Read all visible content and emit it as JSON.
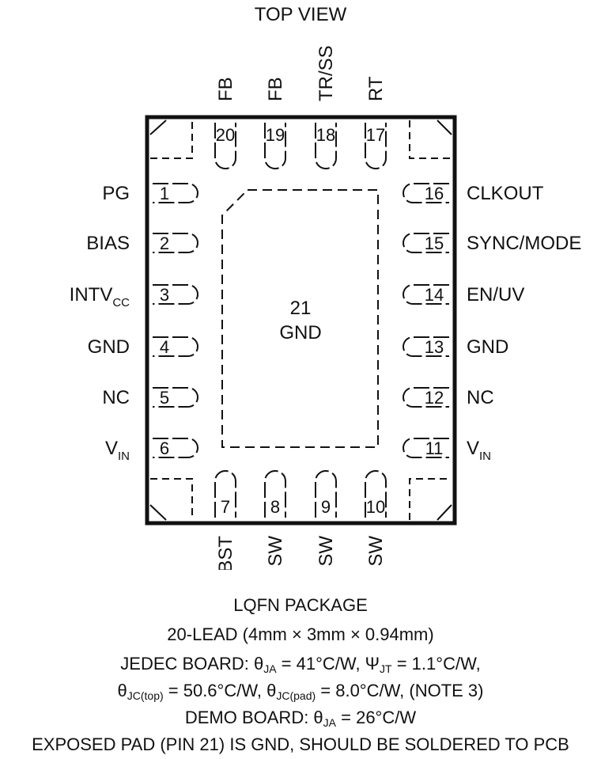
{
  "view_label": "TOP VIEW",
  "exposed_pad": {
    "number": "21",
    "name": "GND"
  },
  "pins": {
    "left": [
      {
        "num": "1",
        "name": "PG"
      },
      {
        "num": "2",
        "name": "BIAS"
      },
      {
        "num": "3",
        "name": "INTV",
        "sub": "CC"
      },
      {
        "num": "4",
        "name": "GND"
      },
      {
        "num": "5",
        "name": "NC"
      },
      {
        "num": "6",
        "name": "V",
        "sub": "IN"
      }
    ],
    "right": [
      {
        "num": "16",
        "name": "CLKOUT"
      },
      {
        "num": "15",
        "name": "SYNC/MODE"
      },
      {
        "num": "14",
        "name": "EN/UV"
      },
      {
        "num": "13",
        "name": "GND"
      },
      {
        "num": "12",
        "name": "NC"
      },
      {
        "num": "11",
        "name": "V",
        "sub": "IN"
      }
    ],
    "top": [
      {
        "num": "20",
        "name": "FB"
      },
      {
        "num": "19",
        "name": "FB"
      },
      {
        "num": "18",
        "name": "TR/SS"
      },
      {
        "num": "17",
        "name": "RT"
      }
    ],
    "bottom": [
      {
        "num": "7",
        "name": "BST"
      },
      {
        "num": "8",
        "name": "SW"
      },
      {
        "num": "9",
        "name": "SW"
      },
      {
        "num": "10",
        "name": "SW"
      }
    ]
  },
  "caption": {
    "package": "LQFN PACKAGE",
    "leads": "20-LEAD (4mm × 3mm × 0.94mm)",
    "jedec_prefix": "JEDEC BOARD: θ",
    "jedec_sub1": "JA",
    "jedec_mid": " = 41°C/W, Ψ",
    "jedec_sub2": "JT",
    "jedec_end": " = 1.1°C/W,",
    "theta_pre": "θ",
    "theta_sub1": "JC(top)",
    "theta_mid": " = 50.6°C/W, θ",
    "theta_sub2": "JC(pad)",
    "theta_end": " = 8.0°C/W, (NOTE 3)",
    "demo_prefix": "DEMO BOARD: θ",
    "demo_sub": "JA",
    "demo_end": " = 26°C/W",
    "exposed_note": "EXPOSED PAD (PIN 21) IS GND, SHOULD BE SOLDERED TO PCB"
  }
}
